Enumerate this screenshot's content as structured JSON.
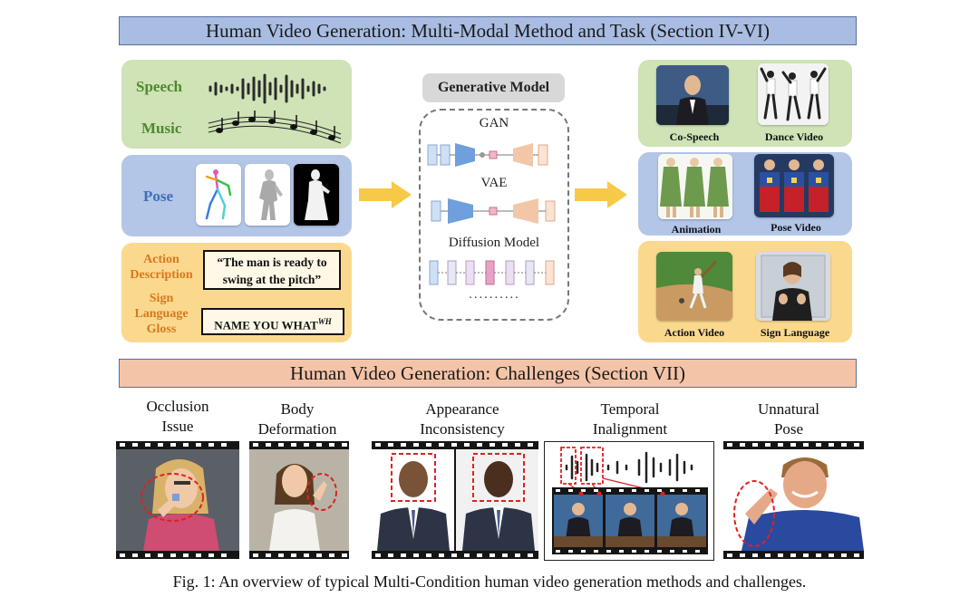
{
  "banners": {
    "top": "Human Video Generation: Multi-Modal Method and Task (Section IV-VI)",
    "middle": "Human Video Generation: Challenges (Section VII)"
  },
  "inputs": {
    "speech": "Speech",
    "music": "Music",
    "pose": "Pose",
    "action_description_label": "Action Description",
    "action_text": "“The man is ready to swing at the pitch”",
    "sign_language_gloss_label": "Sign Language Gloss",
    "gloss_text": "NAME YOU WHAT",
    "gloss_superscript": "WH"
  },
  "model": {
    "title": "Generative Model",
    "gan": "GAN",
    "vae": "VAE",
    "diffusion": "Diffusion Model",
    "ellipsis": "··········"
  },
  "outputs": {
    "co_speech": "Co-Speech",
    "dance_video": "Dance Video",
    "animation": "Animation",
    "pose_video": "Pose Video",
    "action_video": "Action Video",
    "sign_language": "Sign Language"
  },
  "challenges": [
    {
      "line1": "Occlusion",
      "line2": "Issue"
    },
    {
      "line1": "Body",
      "line2": "Deformation"
    },
    {
      "line1": "Appearance",
      "line2": "Inconsistency"
    },
    {
      "line1": "Temporal",
      "line2": "Inalignment"
    },
    {
      "line1": "Unnatural",
      "line2": "Pose"
    }
  ],
  "caption": "Fig. 1: An overview of typical Multi-Condition human video generation methods and challenges.",
  "colors": {
    "green_panel": "#cfe3b6",
    "blue_panel": "#b3c6e8",
    "yellow_panel": "#fad98e",
    "top_banner": "#a9bde3",
    "challenge_banner": "#f4c4a8",
    "arrow": "#f7c948",
    "highlight_dash": "#e02020"
  }
}
